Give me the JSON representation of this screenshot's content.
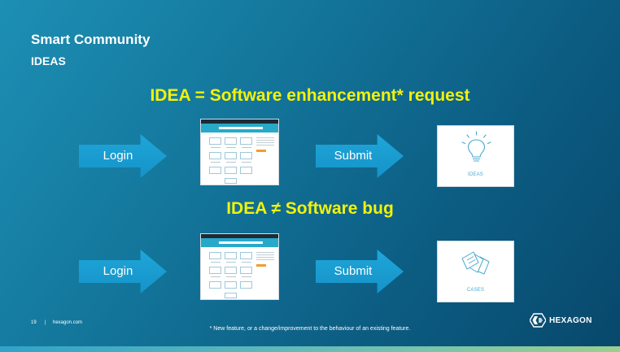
{
  "slide": {
    "title": "Smart Community",
    "subtitle": "IDEAS",
    "headline_idea": "IDEA = Software enhancement* request",
    "headline_bug": "IDEA ≠ Software bug"
  },
  "flow_top": {
    "login_label": "Login",
    "submit_label": "Submit",
    "result_label": "IDEAS",
    "result_icon": "lightbulb-icon"
  },
  "flow_bottom": {
    "login_label": "Login",
    "submit_label": "Submit",
    "result_label": "CASES",
    "result_icon": "cases-icon"
  },
  "footer": {
    "page_number": "19",
    "separator": "|",
    "website": "hexagon.com",
    "footnote": "* New feature, or a change/improvement to the behaviour of an existing feature.",
    "brand": "HEXAGON"
  },
  "colors": {
    "headline": "#f2f20a",
    "arrow": "#1fa6d8",
    "card_label": "#47a9d0"
  }
}
